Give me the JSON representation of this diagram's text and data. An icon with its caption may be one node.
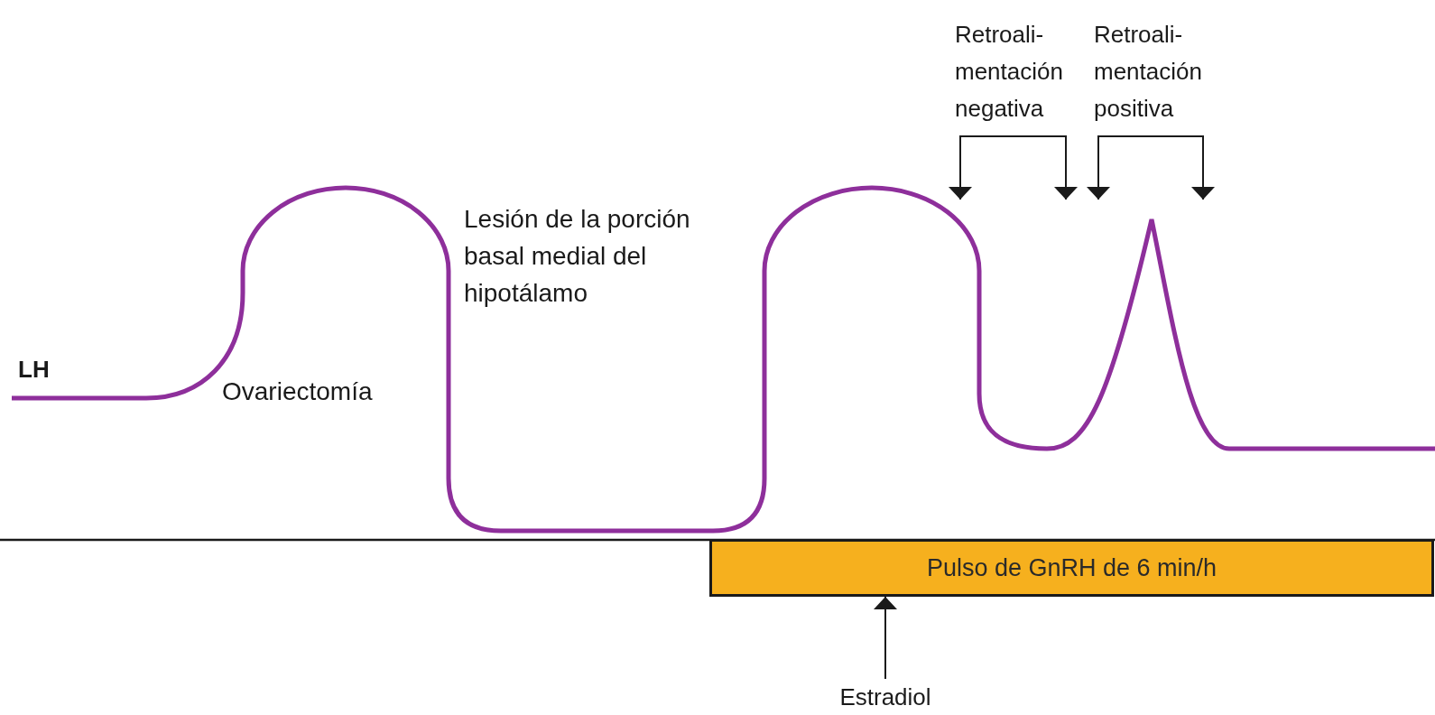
{
  "diagram": {
    "nodes": [
      {
        "text": [
          "Retroali- mentación negativa"
        ]
      },
      {
        "text": [
          "Retroali- mentación positiva"
        ]
      },
      {
        "text": [
          "Pulso de GnRH de 6 min/h"
        ]
      },
      {
        "text": [
          "Estradiol"
        ]
      }
    ],
    "edges": [
      {
        "from": 0,
        "to": null,
        "arrow": "to"
      },
      {
        "from": 0,
        "to": null,
        "arrow": "to"
      },
      {
        "from": 1,
        "to": null,
        "arrow": "to"
      },
      {
        "from": 1,
        "to": null,
        "arrow": "to"
      },
      {
        "from": 3,
        "to": 2,
        "arrow": "to"
      }
    ],
    "labels": [
      "LH",
      "Ovariectomía",
      "Lesión de la porción basal medial del hipotálamo"
    ]
  }
}
